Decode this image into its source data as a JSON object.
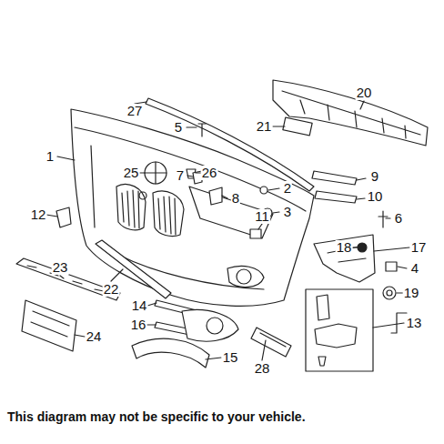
{
  "diagram": {
    "caption": "This diagram may not be specific to your vehicle.",
    "labels": [
      "1",
      "2",
      "3",
      "4",
      "5",
      "6",
      "7",
      "8",
      "9",
      "10",
      "11",
      "12",
      "13",
      "14",
      "15",
      "16",
      "17",
      "18",
      "19",
      "20",
      "21",
      "22",
      "23",
      "24",
      "25",
      "26",
      "27",
      "28"
    ]
  }
}
